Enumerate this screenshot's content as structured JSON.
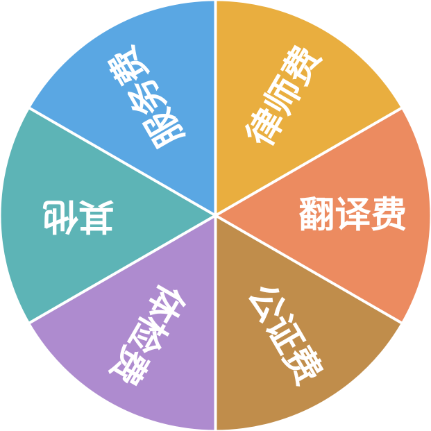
{
  "segments": [
    {
      "label": "律师费",
      "color": "#E9AE3F"
    },
    {
      "label": "翻译费",
      "color": "#EC8B60"
    },
    {
      "label": "公证费",
      "color": "#C08D4B"
    },
    {
      "label": "体检费",
      "color": "#AE8BCF"
    },
    {
      "label": "其他",
      "color": "#5DB4B6"
    },
    {
      "label": "服务费",
      "color": "#5AA7E3"
    }
  ],
  "divider_color": "#ffffff"
}
